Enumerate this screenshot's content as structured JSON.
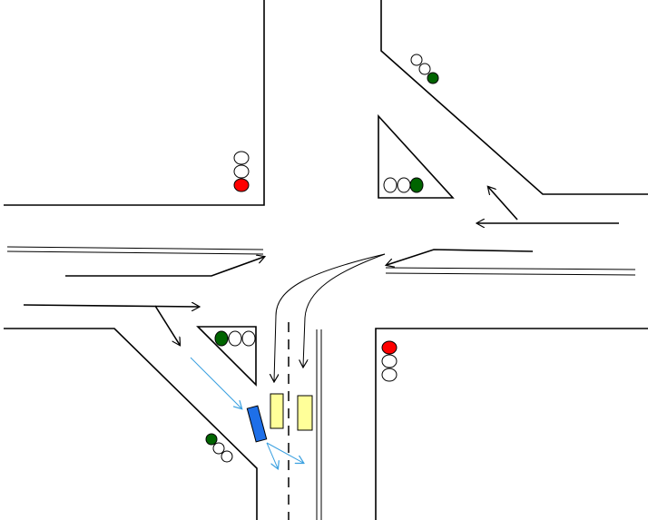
{
  "colors": {
    "background": "#ffffff",
    "line": "#000000",
    "signal_red": "#ff0000",
    "signal_green": "#006400",
    "signal_off": "#ffffff",
    "vehicle_blue": "#1e6fe8",
    "vehicle_yellow": "#ffff99",
    "path_blue": "#3aa0e0"
  },
  "signals": [
    {
      "name": "signal-top-left",
      "orientation": "vertical",
      "lamps": [
        "off",
        "off",
        "red"
      ]
    },
    {
      "name": "signal-top-right-diagonal",
      "orientation": "diagonal",
      "lamps": [
        "off",
        "off",
        "green"
      ]
    },
    {
      "name": "signal-top-island",
      "orientation": "horizontal",
      "lamps": [
        "off",
        "off",
        "green"
      ]
    },
    {
      "name": "signal-bottom-island",
      "orientation": "horizontal",
      "lamps": [
        "green",
        "off",
        "off"
      ]
    },
    {
      "name": "signal-bottom-right",
      "orientation": "vertical",
      "lamps": [
        "red",
        "off",
        "off"
      ]
    },
    {
      "name": "signal-bottom-left-diagonal",
      "orientation": "diagonal",
      "lamps": [
        "green",
        "off",
        "off"
      ]
    }
  ],
  "vehicles": [
    {
      "name": "blue-vehicle",
      "color": "vehicle_blue"
    },
    {
      "name": "yellow-vehicle-left",
      "color": "vehicle_yellow"
    },
    {
      "name": "yellow-vehicle-right",
      "color": "vehicle_yellow"
    }
  ],
  "arrow_icons": [
    "arrow-right-icon",
    "arrow-left-icon",
    "arrow-down-curve-icon",
    "arrow-up-left-icon"
  ]
}
